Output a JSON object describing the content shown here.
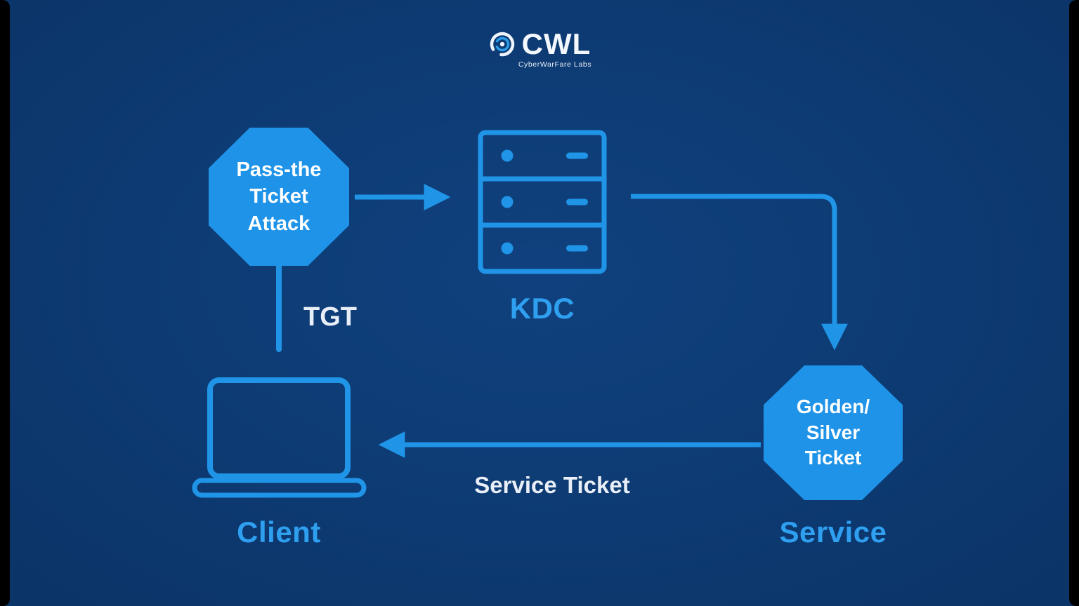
{
  "logo": {
    "title": "CWL",
    "subtitle": "CyberWarFare Labs"
  },
  "nodes": {
    "attack": {
      "line1": "Pass-the",
      "line2": "Ticket",
      "line3": "Attack"
    },
    "kdc_label": "KDC",
    "ticket": {
      "line1": "Golden/",
      "line2": "Silver",
      "line3": "Ticket"
    },
    "client_label": "Client",
    "service_label": "Service"
  },
  "edges": {
    "tgt_label": "TGT",
    "service_ticket_label": "Service Ticket"
  },
  "colors": {
    "background": "#0d3a72",
    "accent_blue": "#2095e8",
    "octagon_fill": "#1f93e8",
    "label_blue": "#2f9ff0",
    "text_white": "#e9eff8",
    "edge_black": "#000000"
  }
}
